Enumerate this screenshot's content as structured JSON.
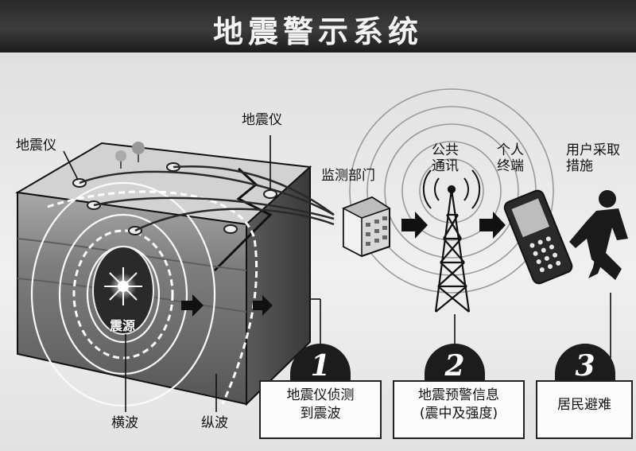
{
  "title": "地震警示系统",
  "labels": {
    "seismograph_left": "地震仪",
    "seismograph_top": "地震仪",
    "monitoring_dept": "监测部门",
    "public_comm": "公共\n通讯",
    "personal_terminal": "个人\n终端",
    "user_action": "用户采取\n措施",
    "epicenter": "震源",
    "transverse_wave": "横波",
    "longitudinal_wave": "纵波"
  },
  "steps": [
    {
      "number": "1",
      "text": "地震仪侦测\n到震波"
    },
    {
      "number": "2",
      "text": "地震预警信息\n(震中及强度)"
    },
    {
      "number": "3",
      "text": "居民避难"
    }
  ],
  "icons": [
    "seismograph-icon",
    "building-icon",
    "radio-tower-icon",
    "mobile-phone-icon",
    "running-person-icon",
    "epicenter-icon",
    "arrow-right-icon"
  ]
}
